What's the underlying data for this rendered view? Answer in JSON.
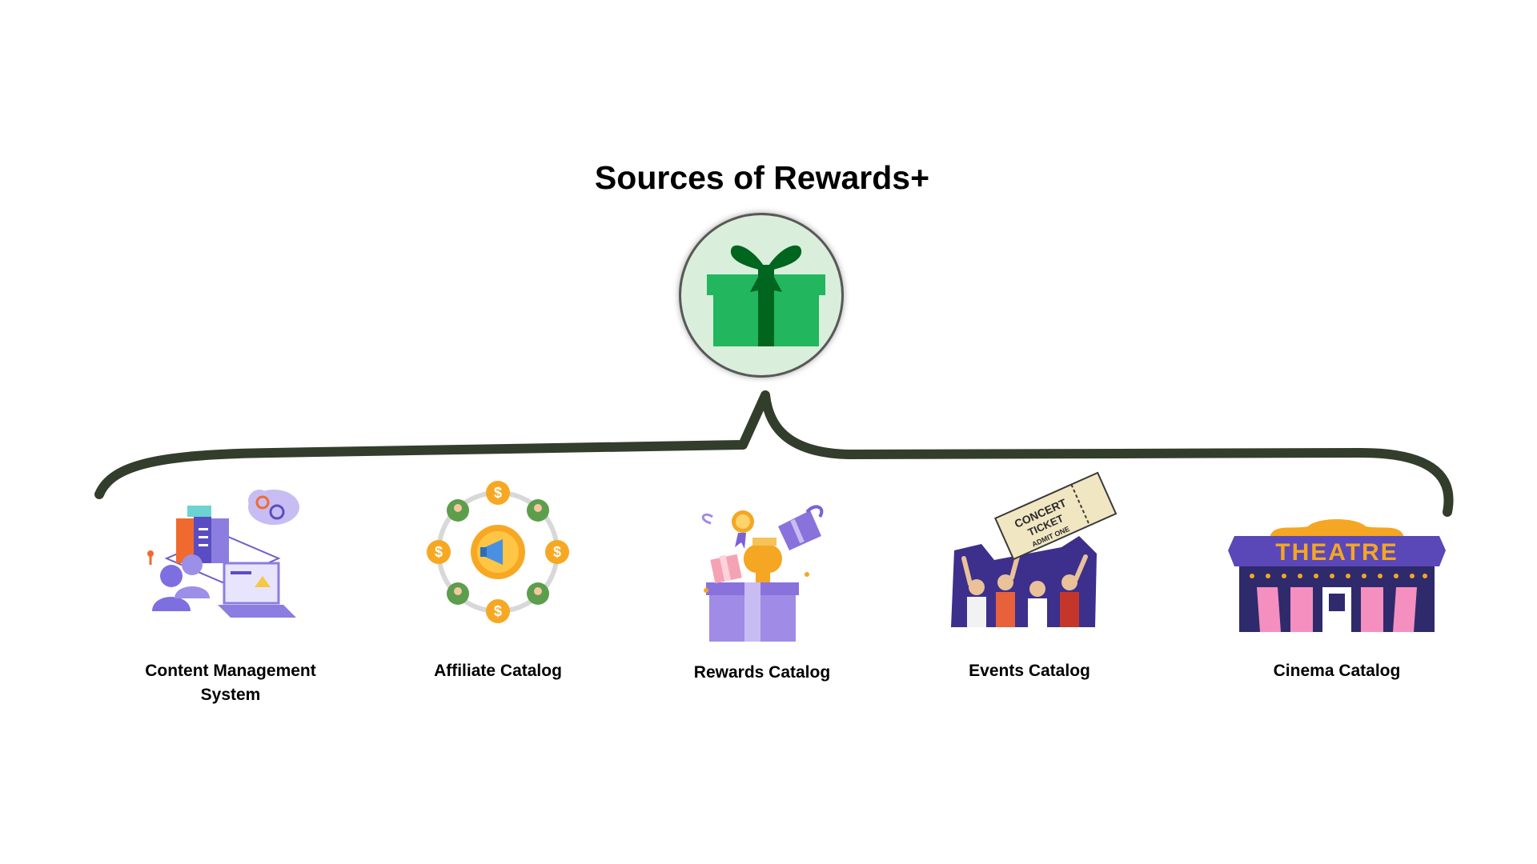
{
  "diagram": {
    "title": "Sources of Rewards+",
    "center": {
      "icon": "gift-icon",
      "colors": {
        "circle_fill": "#d9eedb",
        "circle_border": "#585858",
        "box": "#22b65e",
        "ribbon": "#00651f"
      }
    },
    "brace_color": "#333d2c",
    "sources": [
      {
        "id": "cms",
        "label": "Content Management System",
        "icon": "server-laptop-icon"
      },
      {
        "id": "affiliate",
        "label": "Affiliate Catalog",
        "icon": "megaphone-network-icon"
      },
      {
        "id": "rewards",
        "label": "Rewards Catalog",
        "icon": "trophy-gift-box-icon"
      },
      {
        "id": "events",
        "label": "Events Catalog",
        "icon": "concert-ticket-icon",
        "ticket_text": [
          "CONCERT",
          "TICKET",
          "ADMIT ONE"
        ]
      },
      {
        "id": "cinema",
        "label": "Cinema Catalog",
        "icon": "theatre-building-icon",
        "sign_text": "THEATRE"
      }
    ]
  }
}
